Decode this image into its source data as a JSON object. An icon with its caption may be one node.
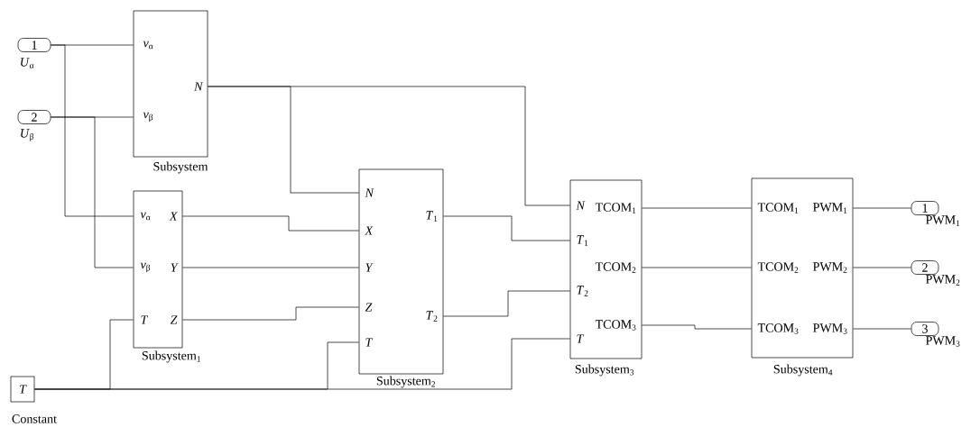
{
  "diagram": {
    "nodes": [
      {
        "text": [
          "1"
        ],
        "beside": [
          "*U*$_{α}$"
        ]
      },
      {
        "text": [
          "2"
        ],
        "beside": [
          "*U*$_{β}$"
        ]
      },
      {
        "text": [
          "*v*$_{α}$",
          "*v*$_{β}$",
          "N",
          "Subsystem"
        ]
      },
      {
        "text": [
          "*v*$_{α}$",
          "X",
          "*v*$_{β}$",
          "Y",
          "T",
          "Z",
          "Subsystem$_{1}$"
        ]
      },
      {
        "text": [
          "T",
          "Constant"
        ]
      },
      {
        "text": [
          "N",
          "*T*$_{1}$",
          "X",
          "Y",
          "Z",
          "*T*$_{2}$",
          "T",
          "Subsystem$_{2}$"
        ]
      },
      {
        "text": [
          "N",
          "TCOM$_{1}$",
          "*T*$_{1}$",
          "TCOM$_{2}$",
          "*T*$_{2}$",
          "TCOM$_{3}$",
          "T",
          "Subsystem$_{3}$"
        ]
      },
      {
        "text": [
          "TCOM$_{1}$",
          "PWM$_{1}$",
          "TCOM$_{2}$",
          "PWM$_{2}$",
          "TCOM$_{3}$",
          "PWM$_{3}$",
          "Subsystem$_{4}$"
        ]
      },
      {
        "text": [
          "1"
        ],
        "beside": [
          "PWM$_{1}$"
        ]
      },
      {
        "text": [
          "2"
        ],
        "beside": [
          "PWM$_{2}$"
        ]
      },
      {
        "text": [
          "3"
        ],
        "beside": [
          "PWM$_{3}$"
        ]
      }
    ],
    "edges": [
      {
        "from": 0,
        "to": 2,
        "arrow": "none"
      },
      {
        "from": 0,
        "to": 3,
        "arrow": "none"
      },
      {
        "from": 1,
        "to": 2,
        "arrow": "none"
      },
      {
        "from": 1,
        "to": 3,
        "arrow": "none"
      },
      {
        "from": 2,
        "to": 5,
        "arrow": "none"
      },
      {
        "from": 2,
        "to": 6,
        "arrow": "none"
      },
      {
        "from": 3,
        "to": 5,
        "arrow": "none"
      },
      {
        "from": 3,
        "to": 5,
        "arrow": "none"
      },
      {
        "from": 3,
        "to": 5,
        "arrow": "none"
      },
      {
        "from": 4,
        "to": 3,
        "arrow": "none"
      },
      {
        "from": 4,
        "to": 5,
        "arrow": "none"
      },
      {
        "from": 4,
        "to": 6,
        "arrow": "none"
      },
      {
        "from": 5,
        "to": 6,
        "arrow": "none"
      },
      {
        "from": 5,
        "to": 6,
        "arrow": "none"
      },
      {
        "from": 6,
        "to": 7,
        "arrow": "none"
      },
      {
        "from": 6,
        "to": 7,
        "arrow": "none"
      },
      {
        "from": 6,
        "to": 7,
        "arrow": "none"
      },
      {
        "from": 7,
        "to": 8,
        "arrow": "none"
      },
      {
        "from": 7,
        "to": 9,
        "arrow": "none"
      },
      {
        "from": 7,
        "to": 10,
        "arrow": "none"
      }
    ]
  }
}
